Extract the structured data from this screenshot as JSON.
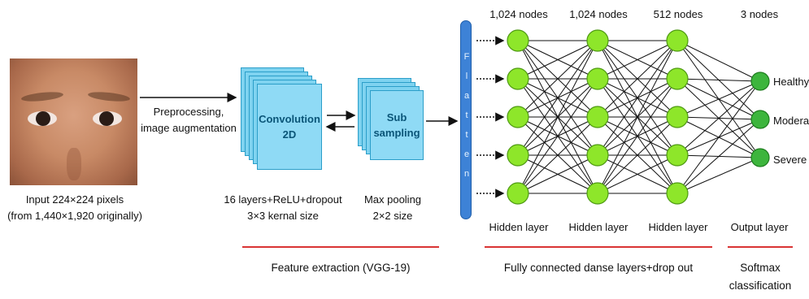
{
  "input": {
    "caption_line1": "Input 224×224 pixels",
    "caption_line2": "(from 1,440×1,920 originally)"
  },
  "preprocessing": {
    "line1": "Preprocessing,",
    "line2": "image augmentation"
  },
  "convolution": {
    "label_line1": "Convolution",
    "label_line2": "2D",
    "caption_line1": "16 layers+ReLU+dropout",
    "caption_line2": "3×3 kernal size"
  },
  "subsampling": {
    "label_line1": "Sub",
    "label_line2": "sampling",
    "caption_line1": "Max pooling",
    "caption_line2": "2×2 size"
  },
  "flatten": {
    "letters": [
      "F",
      "l",
      "a",
      "t",
      "t",
      "e",
      "n"
    ]
  },
  "network": {
    "layers": [
      {
        "nodes_label": "1,024 nodes",
        "layer_label": "Hidden layer",
        "count": 5
      },
      {
        "nodes_label": "1,024 nodes",
        "layer_label": "Hidden layer",
        "count": 5
      },
      {
        "nodes_label": "512 nodes",
        "layer_label": "Hidden layer",
        "count": 5
      },
      {
        "nodes_label": "3 nodes",
        "layer_label": "Output layer",
        "count": 3
      }
    ],
    "outputs": [
      "Healthy",
      "Modera",
      "Severe I"
    ],
    "node_color": "#8ee62a",
    "output_node_color": "#3db53d"
  },
  "sections": {
    "feature_extraction": "Feature extraction (VGG-19)",
    "fully_connected": "Fully connected danse layers+drop out",
    "softmax_line1": "Softmax",
    "softmax_line2": "classification"
  },
  "colors": {
    "accent_line": "#d93434",
    "conv_fill": "#8fdaf5",
    "flatten_fill": "#3d82d6"
  }
}
